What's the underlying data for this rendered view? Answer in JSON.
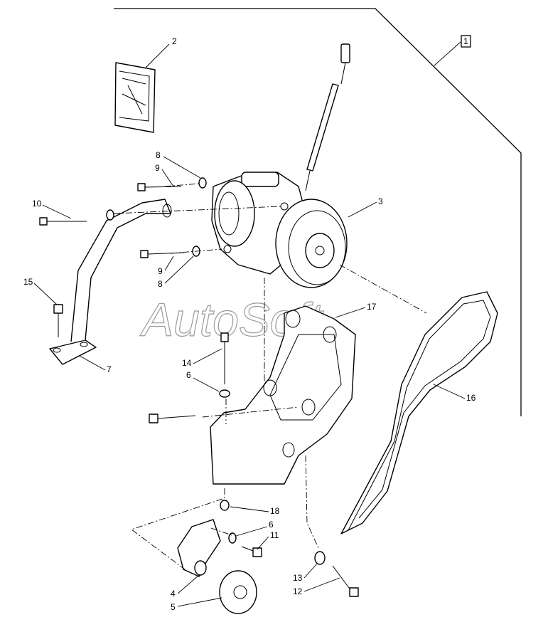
{
  "watermark": "AutoSoft",
  "group_label": "1",
  "callouts": [
    "2",
    "3",
    "4",
    "5",
    "6",
    "6",
    "7",
    "8",
    "8",
    "9",
    "9",
    "10",
    "11",
    "12",
    "13",
    "14",
    "15",
    "16",
    "17",
    "18"
  ],
  "colors": {
    "line": "#000000",
    "paper": "#ffffff",
    "watermark": "#9a9a9a"
  }
}
